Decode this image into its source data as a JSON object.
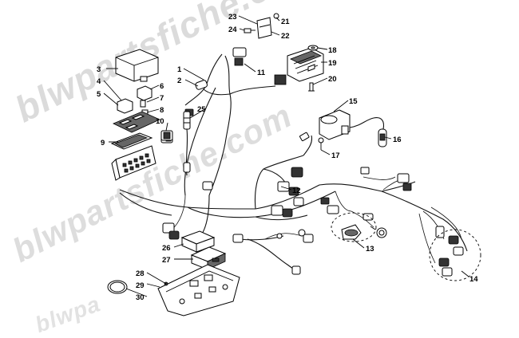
{
  "watermark": {
    "text1": "blwpartsfiche.com",
    "text2": "blwpartsfiche.com",
    "text3": "blwpa"
  },
  "callouts": [
    {
      "id": "c1",
      "label": "1"
    },
    {
      "id": "c2",
      "label": "2"
    },
    {
      "id": "c3",
      "label": "3"
    },
    {
      "id": "c4",
      "label": "4"
    },
    {
      "id": "c5",
      "label": "5"
    },
    {
      "id": "c6",
      "label": "6"
    },
    {
      "id": "c7",
      "label": "7"
    },
    {
      "id": "c8",
      "label": "8"
    },
    {
      "id": "c9",
      "label": "9"
    },
    {
      "id": "c10",
      "label": "10"
    },
    {
      "id": "c11",
      "label": "11"
    },
    {
      "id": "c12",
      "label": "12"
    },
    {
      "id": "c13",
      "label": "13"
    },
    {
      "id": "c14",
      "label": "14"
    },
    {
      "id": "c15",
      "label": "15"
    },
    {
      "id": "c16",
      "label": "16"
    },
    {
      "id": "c17",
      "label": "17"
    },
    {
      "id": "c18",
      "label": "18"
    },
    {
      "id": "c19",
      "label": "19"
    },
    {
      "id": "c20",
      "label": "20"
    },
    {
      "id": "c21",
      "label": "21"
    },
    {
      "id": "c22",
      "label": "22"
    },
    {
      "id": "c23",
      "label": "23"
    },
    {
      "id": "c24",
      "label": "24"
    },
    {
      "id": "c25",
      "label": "25"
    },
    {
      "id": "c26",
      "label": "26"
    },
    {
      "id": "c27",
      "label": "27"
    },
    {
      "id": "c28",
      "label": "28"
    },
    {
      "id": "c29",
      "label": "29"
    },
    {
      "id": "c30",
      "label": "30"
    }
  ]
}
